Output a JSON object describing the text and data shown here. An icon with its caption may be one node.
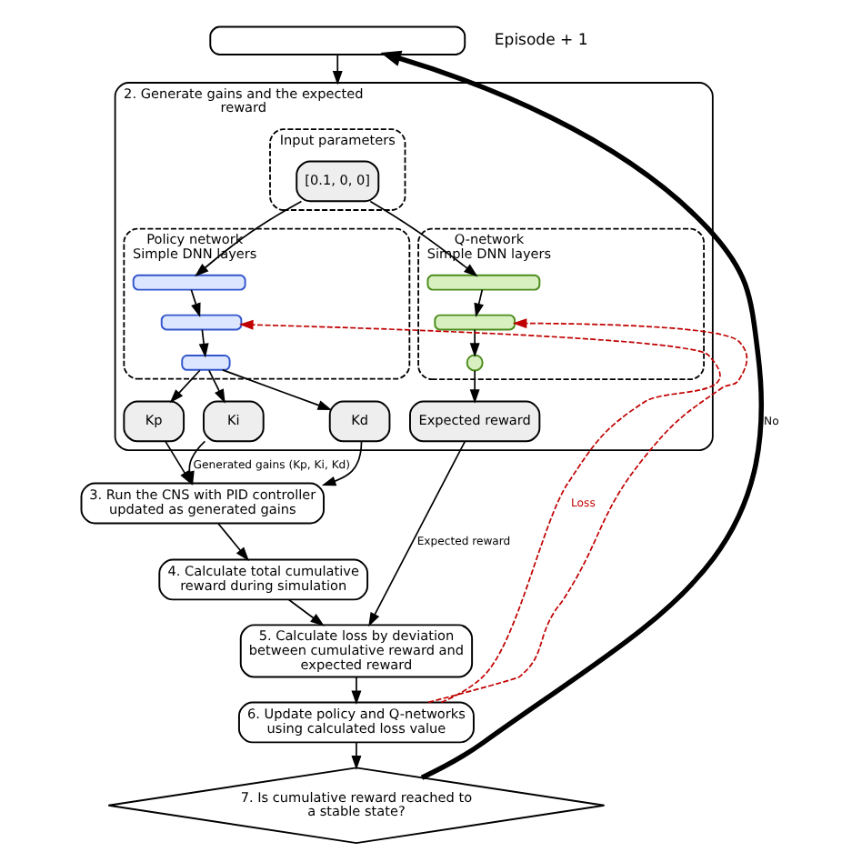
{
  "diagram": {
    "nodes": [
      {
        "text": [],
        "shape": "box"
      },
      {
        "text": [
          "2. Generate gains and the expected reward"
        ]
      },
      {
        "text": [
          "Input parameters"
        ],
        "in": 1
      },
      {
        "text": [
          "[0.1, 0, 0]"
        ],
        "in": 2
      },
      {
        "text": [
          "Policy network",
          "Simple DNN layers"
        ],
        "in": 1
      },
      {
        "text": [],
        "shape": "bar",
        "in": 4
      },
      {
        "text": [],
        "shape": "bar",
        "in": 4
      },
      {
        "text": [],
        "shape": "bar",
        "in": 4
      },
      {
        "text": [
          "Kp"
        ],
        "in": 1
      },
      {
        "text": [
          "Ki"
        ],
        "in": 1
      },
      {
        "text": [
          "Kd"
        ],
        "in": 1
      },
      {
        "text": [
          "Q-network",
          "Simple DNN layers"
        ],
        "in": 1
      },
      {
        "text": [],
        "shape": "bar",
        "in": 11
      },
      {
        "text": [],
        "shape": "bar",
        "in": 11
      },
      {
        "text": [],
        "shape": "circle",
        "in": 11
      },
      {
        "text": [
          "Expected reward"
        ],
        "in": 1
      },
      {
        "text": [
          "3. Run the CNS with PID controller updated as generated gains"
        ]
      },
      {
        "text": [
          "4. Calculate total cumulative reward during simulation"
        ]
      },
      {
        "text": [
          "5. Calculate loss by deviation between cumulative reward and expected reward"
        ]
      },
      {
        "text": [
          "6. Update policy and Q-networks using calculated loss value"
        ]
      },
      {
        "text": [
          "7. Is cumulative reward reached to a stable state?"
        ]
      }
    ],
    "edges": [
      {
        "from": 0,
        "to": 1,
        "arrow": "to"
      },
      {
        "from": 3,
        "to": 5,
        "arrow": "to"
      },
      {
        "from": 3,
        "to": 12,
        "arrow": "to"
      },
      {
        "from": 5,
        "to": 6,
        "arrow": "to"
      },
      {
        "from": 6,
        "to": 7,
        "arrow": "to"
      },
      {
        "from": 7,
        "to": 8,
        "arrow": "to"
      },
      {
        "from": 7,
        "to": 9,
        "arrow": "to"
      },
      {
        "from": 7,
        "to": 10,
        "arrow": "to"
      },
      {
        "from": 12,
        "to": 13,
        "arrow": "to"
      },
      {
        "from": 13,
        "to": 14,
        "arrow": "to"
      },
      {
        "from": 14,
        "to": 15,
        "arrow": "to"
      },
      {
        "from": 8,
        "to": 16,
        "arrow": "to"
      },
      {
        "from": 9,
        "to": 16,
        "arrow": "to",
        "label": "Generated gains (Kp, Ki, Kd)"
      },
      {
        "from": 10,
        "to": 16,
        "arrow": "to"
      },
      {
        "from": 16,
        "to": 17,
        "arrow": "to"
      },
      {
        "from": 17,
        "to": 18,
        "arrow": "to"
      },
      {
        "from": 15,
        "to": 18,
        "arrow": "to",
        "label": "Expected reward"
      },
      {
        "from": 18,
        "to": 19,
        "arrow": "to"
      },
      {
        "from": 19,
        "to": 20,
        "arrow": "to"
      },
      {
        "from": 19,
        "to": 6,
        "arrow": "to",
        "label": "Loss",
        "style": "dashed",
        "color": "#c00000"
      },
      {
        "from": 19,
        "to": 13,
        "arrow": "to",
        "style": "dashed",
        "color": "#c00000"
      },
      {
        "from": 20,
        "to": 0,
        "arrow": "to",
        "label": "No",
        "style": "thick"
      }
    ],
    "labels": [
      "Episode + 1"
    ]
  }
}
